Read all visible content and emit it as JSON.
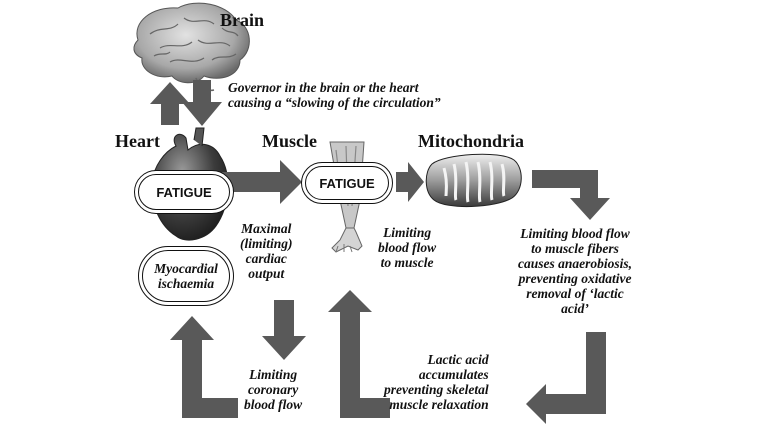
{
  "labels": {
    "brain": "Brain",
    "heart": "Heart",
    "muscle": "Muscle",
    "mitochondria": "Mitochondria"
  },
  "governor": {
    "line1": "Governor in the brain or the heart",
    "line2": "causing a “slowing of the circulation”"
  },
  "pills": {
    "heart_fatigue": "FATIGUE",
    "muscle_fatigue": "FATIGUE",
    "ischaemia_l1": "Myocardial",
    "ischaemia_l2": "ischaemia"
  },
  "notes": {
    "cardiac_output": [
      "Maximal",
      "(limiting)",
      "cardiac",
      "output"
    ],
    "limit_muscle": [
      "Limiting",
      "blood flow",
      "to muscle"
    ],
    "anaerobiosis": [
      "Limiting blood flow",
      "to muscle fibers",
      "causes anaerobiosis,",
      "preventing oxidative",
      "removal of ‘lactic",
      "acid’"
    ],
    "lactic": [
      "Lactic acid",
      "accumulates",
      "preventing skeletal",
      "muscle relaxation"
    ],
    "coronary": [
      "Limiting",
      "coronary",
      "blood flow"
    ]
  },
  "colors": {
    "arrow": "#595959",
    "arrow_dark": "#4a4a4a"
  },
  "icons": {
    "brain": "brain-icon",
    "heart": "heart-icon",
    "muscle": "leg-muscle-icon",
    "mitochondria": "mitochondrion-icon"
  }
}
